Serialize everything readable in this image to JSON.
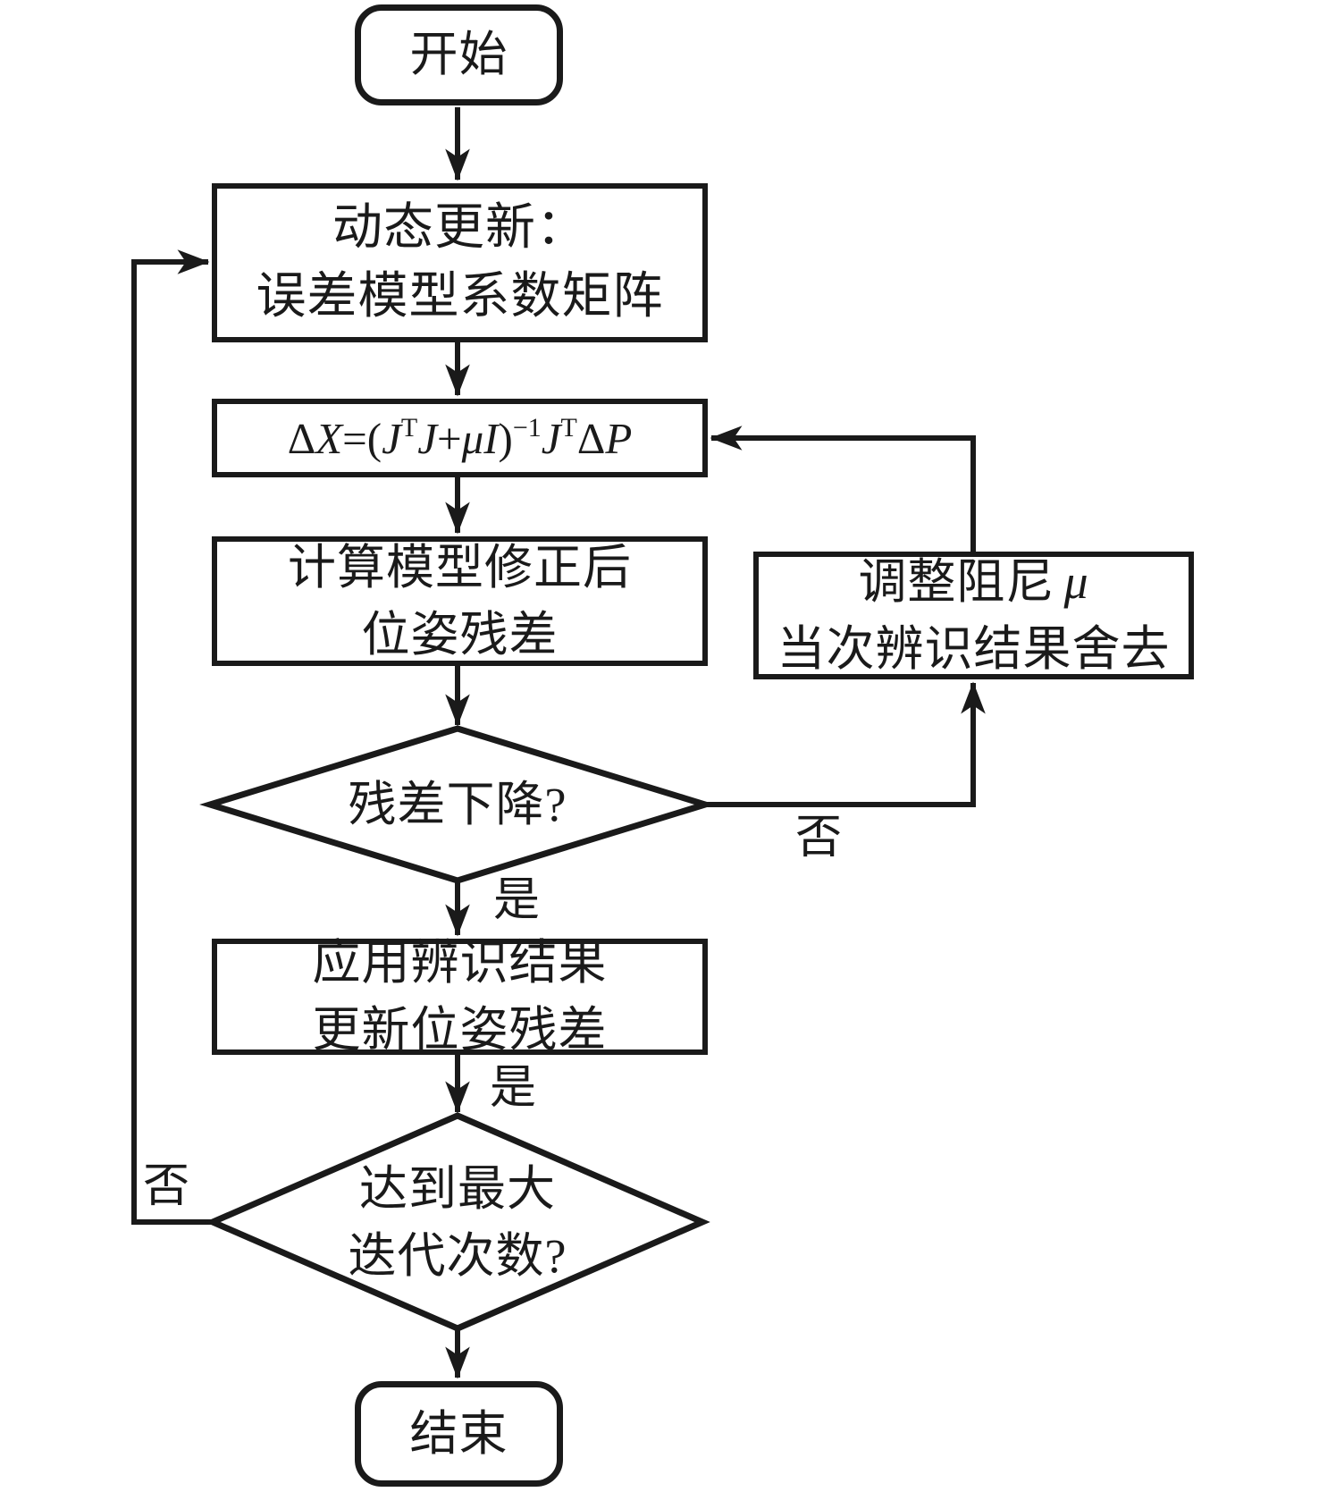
{
  "diagram": {
    "title_hint": "flowchart",
    "colors": {
      "stroke": "#1a1a1a",
      "background": "#ffffff"
    },
    "nodes": {
      "start": {
        "label": "开始"
      },
      "update": {
        "lines": [
          "动态更新：",
          "误差模型系数矩阵"
        ]
      },
      "formula": {
        "segments": [
          {
            "t": "Δ"
          },
          {
            "t": "X",
            "it": true
          },
          {
            "t": "=("
          },
          {
            "t": "J",
            "it": true
          },
          {
            "t": "T",
            "sup": true
          },
          {
            "t": "J",
            "it": true
          },
          {
            "t": "+"
          },
          {
            "t": "μ",
            "it": true
          },
          {
            "t": "I",
            "it": true
          },
          {
            "t": ")"
          },
          {
            "t": "−1",
            "sup": true
          },
          {
            "t": "J",
            "it": true
          },
          {
            "t": "T",
            "sup": true
          },
          {
            "t": "Δ"
          },
          {
            "t": "P",
            "it": true
          }
        ]
      },
      "compute_residual": {
        "lines": [
          "计算模型修正后",
          "位姿残差"
        ]
      },
      "residual_decreased": {
        "label": "残差下降?"
      },
      "adjust_damping": {
        "line1_prefix": "调整阻尼",
        "line1_mu": "μ",
        "line2": "当次辨识结果舍去"
      },
      "apply_result": {
        "lines": [
          "应用辨识结果",
          "更新位姿残差"
        ]
      },
      "max_iterations": {
        "lines": [
          "达到最大",
          "迭代次数?"
        ]
      },
      "end": {
        "label": "结束"
      }
    },
    "edge_labels": {
      "yes_after_residual": "是",
      "yes_after_apply": "是",
      "no_to_adjust": "否",
      "no_to_update": "否"
    }
  }
}
